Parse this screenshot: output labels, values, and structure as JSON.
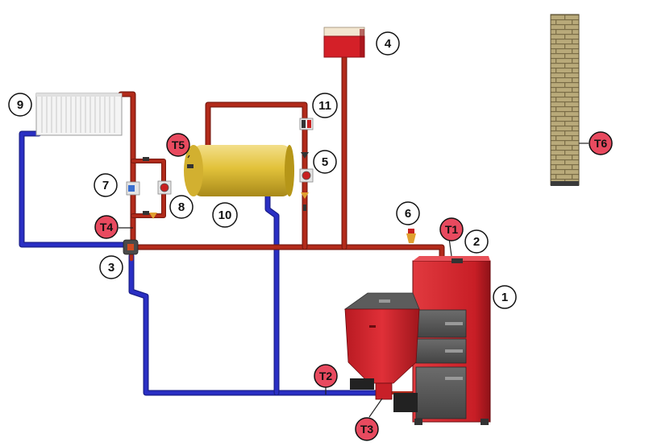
{
  "labels": {
    "n1": "1",
    "n2": "2",
    "n3": "3",
    "n4": "4",
    "n5": "5",
    "n6": "6",
    "n7": "7",
    "n8": "8",
    "n9": "9",
    "n10": "10",
    "n11": "11"
  },
  "sensors": {
    "t1": "T1",
    "t2": "T2",
    "t3": "T3",
    "t4": "T4",
    "t5": "T5",
    "t6": "T6"
  },
  "colors": {
    "hot_pipe": "#b22a1a",
    "cold_pipe": "#2a2fc4",
    "boiler_red": "#d0222a",
    "boiler_dark": "#5a5a5a",
    "tank_gold": "#e2c23a",
    "sensor_fill": "#e84a5f",
    "brick": "#b8a878"
  }
}
